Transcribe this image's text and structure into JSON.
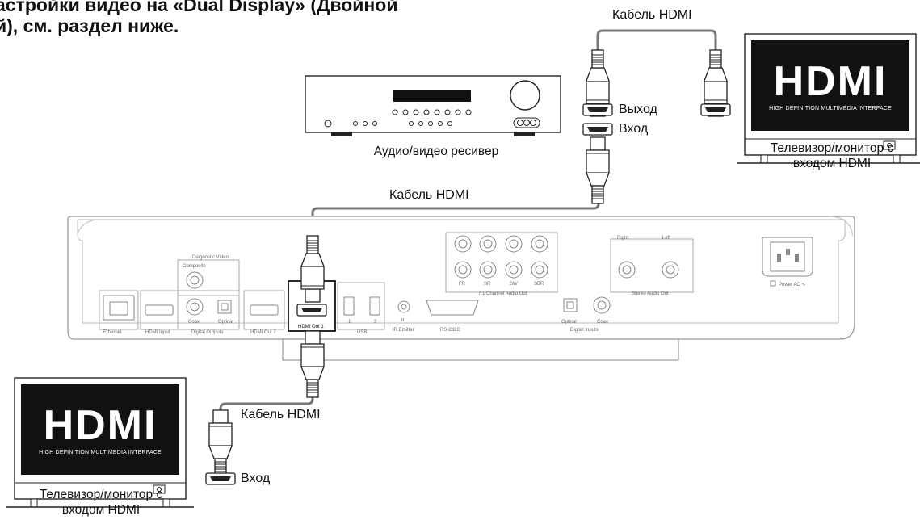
{
  "header": {
    "line1": "астройки видео на «Dual Display» (Двойной",
    "line2": "й), см. раздел ниже."
  },
  "labels": {
    "cable_top": "Кабель HDMI",
    "cable_mid": "Кабель HDMI",
    "cable_bottom": "Кабель HDMI",
    "receiver_out": "Выход",
    "receiver_in": "Вход",
    "tv_bottom_in": "Вход",
    "receiver_caption": "Аудио/видео ресивер",
    "tv_right_caption_1": "Телевизор/монитор с",
    "tv_right_caption_2": "входом HDMI",
    "tv_left_caption_1": "Телевизор/монитор с",
    "tv_left_caption_2": "входом HDMI"
  },
  "tv_logo": {
    "mark": "HDMI",
    "tagline": "HIGH DEFINITION MULTIMEDIA INTERFACE"
  },
  "rear_panel": {
    "ethernet": "Ethernet",
    "hdmi_input": "HDMI Input",
    "diagnostic_video": "Diagnostic Video",
    "composite": "Composite",
    "coax": "Coax",
    "optical": "Optical",
    "digital_outputs": "Digital Outputs",
    "hdmi_out_2": "HDMI Out 2",
    "hdmi_out_1": "HDMI Out 1",
    "usb": "USB",
    "usb_1": "1",
    "usb_2": "2",
    "ir_in": "In",
    "ir_emitter": "IR Emitter",
    "rs232c": "RS-232C",
    "ch_fr": "FR",
    "ch_sr": "SR",
    "ch_sw": "SW",
    "ch_sbr": "SBR",
    "channel_audio_out": "7.1 Channel Audio Out",
    "dig_in_optical": "Optical",
    "dig_in_coax": "Coax",
    "digital_inputs": "Digital Inputs",
    "right": "Right",
    "left": "Left",
    "stereo_audio_out": "Stereo Audio Out",
    "power_ac": "Power AC ∿"
  }
}
